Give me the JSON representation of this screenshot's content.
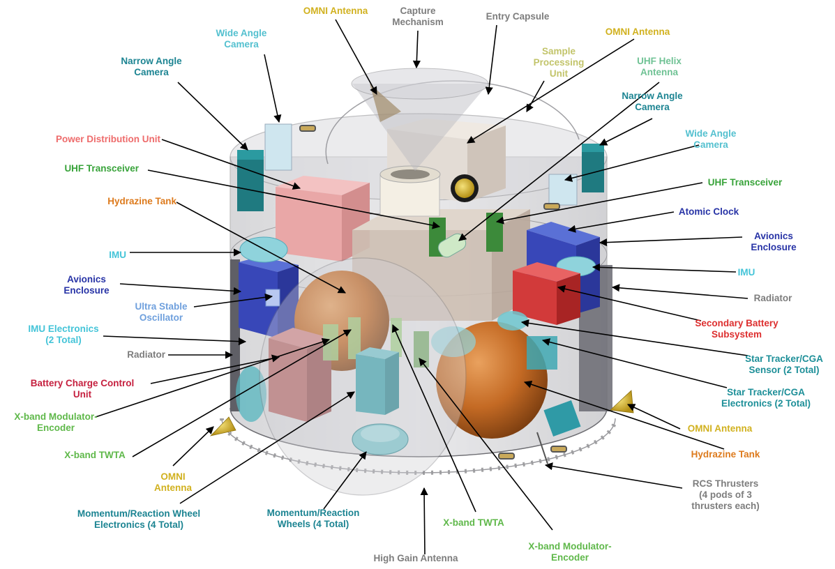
{
  "colors": {
    "antenna": "#d1b11f",
    "structure": "#7d7d7d",
    "camera": "#53c0cf",
    "camera_dark": "#1c8492",
    "sample": "#c2c46a",
    "uhf_helix": "#6fc294",
    "power": "#ee6b6b",
    "uhf": "#38a33a",
    "hydrazine": "#dd7a1c",
    "imu": "#44c4d8",
    "clock": "#2733a6",
    "oscillator": "#6fa0dd",
    "battery_secondary": "#dd2f2f",
    "battery_control": "#c51f3e",
    "star_tracker": "#1d8f98",
    "xband_light": "#5fb84a",
    "xband_dark": "#2d9a34"
  },
  "labels": [
    {
      "id": "omni-top",
      "color": "antenna",
      "lines": [
        "OMNI Antenna"
      ]
    },
    {
      "id": "capture",
      "color": "structure",
      "lines": [
        "Capture",
        "Mechanism"
      ]
    },
    {
      "id": "entry",
      "color": "structure",
      "lines": [
        "Entry Capsule"
      ]
    },
    {
      "id": "omni-top-right",
      "color": "antenna",
      "lines": [
        "OMNI Antenna"
      ]
    },
    {
      "id": "wide-left",
      "color": "camera",
      "lines": [
        "Wide Angle",
        "Camera"
      ]
    },
    {
      "id": "narrow-left",
      "color": "camera_dark",
      "lines": [
        "Narrow Angle",
        "Camera"
      ]
    },
    {
      "id": "sample",
      "color": "sample",
      "lines": [
        "Sample",
        "Processing",
        "Unit"
      ]
    },
    {
      "id": "uhf-helix",
      "color": "uhf_helix",
      "lines": [
        "UHF Helix",
        "Antenna"
      ]
    },
    {
      "id": "narrow-right",
      "color": "camera_dark",
      "lines": [
        "Narrow Angle",
        "Camera"
      ]
    },
    {
      "id": "wide-right",
      "color": "camera",
      "lines": [
        "Wide Angle",
        "Camera"
      ]
    },
    {
      "id": "pdu",
      "color": "power",
      "lines": [
        "Power Distribution Unit"
      ]
    },
    {
      "id": "uhf-left",
      "color": "uhf",
      "lines": [
        "UHF Transceiver"
      ]
    },
    {
      "id": "uhf-right",
      "color": "uhf",
      "lines": [
        "UHF Transceiver"
      ]
    },
    {
      "id": "hydrazine-left",
      "color": "hydrazine",
      "lines": [
        "Hydrazine Tank"
      ]
    },
    {
      "id": "clock",
      "color": "clock",
      "lines": [
        "Atomic Clock"
      ]
    },
    {
      "id": "avionics-right",
      "color": "clock",
      "lines": [
        "Avionics",
        "Enclosure"
      ]
    },
    {
      "id": "imu-left",
      "color": "imu",
      "lines": [
        "IMU"
      ]
    },
    {
      "id": "imu-right",
      "color": "imu",
      "lines": [
        "IMU"
      ]
    },
    {
      "id": "avionics-left",
      "color": "clock",
      "lines": [
        "Avionics",
        "Enclosure"
      ]
    },
    {
      "id": "radiator-right",
      "color": "structure",
      "lines": [
        "Radiator"
      ]
    },
    {
      "id": "oscillator",
      "color": "oscillator",
      "lines": [
        "Ultra Stable",
        "Oscillator"
      ]
    },
    {
      "id": "secondary-bat",
      "color": "battery_secondary",
      "lines": [
        "Secondary Battery",
        "Subsystem"
      ]
    },
    {
      "id": "imu-elec",
      "color": "imu",
      "lines": [
        "IMU Electronics",
        "(2 Total)"
      ]
    },
    {
      "id": "star-sensor",
      "color": "star_tracker",
      "lines": [
        "Star Tracker/CGA",
        "Sensor (2 Total)"
      ]
    },
    {
      "id": "radiator-left",
      "color": "structure",
      "lines": [
        "Radiator"
      ]
    },
    {
      "id": "battery-ctrl",
      "color": "battery_control",
      "lines": [
        "Battery Charge Control",
        "Unit"
      ]
    },
    {
      "id": "star-elec",
      "color": "star_tracker",
      "lines": [
        "Star Tracker/CGA",
        "Electronics (2 Total)"
      ]
    },
    {
      "id": "xmod-left",
      "color": "xband_light",
      "lines": [
        "X-band Modulator-",
        "Encoder"
      ]
    },
    {
      "id": "omni-right",
      "color": "antenna",
      "lines": [
        "OMNI Antenna"
      ]
    },
    {
      "id": "twta-left",
      "color": "xband_light",
      "lines": [
        "X-band TWTA"
      ]
    },
    {
      "id": "hydrazine-right",
      "color": "hydrazine",
      "lines": [
        "Hydrazine Tank"
      ]
    },
    {
      "id": "omni-left",
      "color": "antenna",
      "lines": [
        "OMNI",
        "Antenna"
      ]
    },
    {
      "id": "rcs",
      "color": "structure",
      "lines": [
        "RCS Thrusters",
        "(4 pods of 3",
        "thrusters each)"
      ]
    },
    {
      "id": "mrw-elec",
      "color": "camera_dark",
      "lines": [
        "Momentum/Reaction Wheel",
        "Electronics (4 Total)"
      ]
    },
    {
      "id": "mrw",
      "color": "camera_dark",
      "lines": [
        "Momentum/Reaction",
        "Wheels (4 Total)"
      ]
    },
    {
      "id": "twta-bottom",
      "color": "xband_light",
      "lines": [
        "X-band TWTA"
      ]
    },
    {
      "id": "xmod-bottom",
      "color": "xband_light",
      "lines": [
        "X-band Modulator-",
        "Encoder"
      ]
    },
    {
      "id": "hga",
      "color": "structure",
      "lines": [
        "High Gain Antenna"
      ]
    }
  ]
}
